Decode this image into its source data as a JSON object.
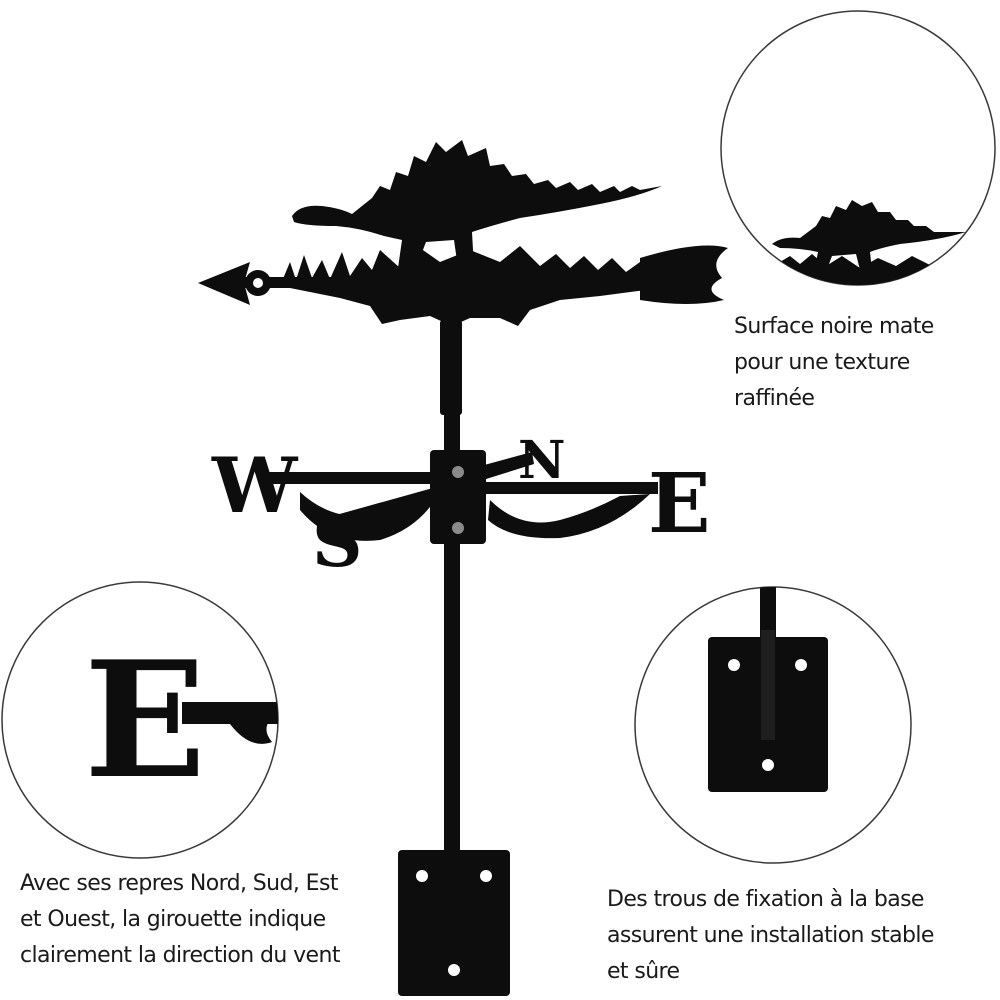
{
  "colors": {
    "metal": "#0d0d0d",
    "background": "#ffffff",
    "circle_border": "#3a3a3a",
    "text": "#1a1a1a"
  },
  "compass": {
    "west": "W",
    "east": "E",
    "north": "N",
    "south": "S"
  },
  "detail_captions": {
    "matte_surface": "Surface noire mate\npour une texture\nraffinée",
    "directions": "Avec ses repres Nord, Sud, Est\net Ouest, la girouette indique\nclairement la direction du vent",
    "mounting_holes": "Des trous de fixation à la base\nassurent une installation stable\net sûre"
  },
  "icons": {
    "figure": "stegosaurus-silhouette",
    "pointer": "arrow-icon"
  }
}
